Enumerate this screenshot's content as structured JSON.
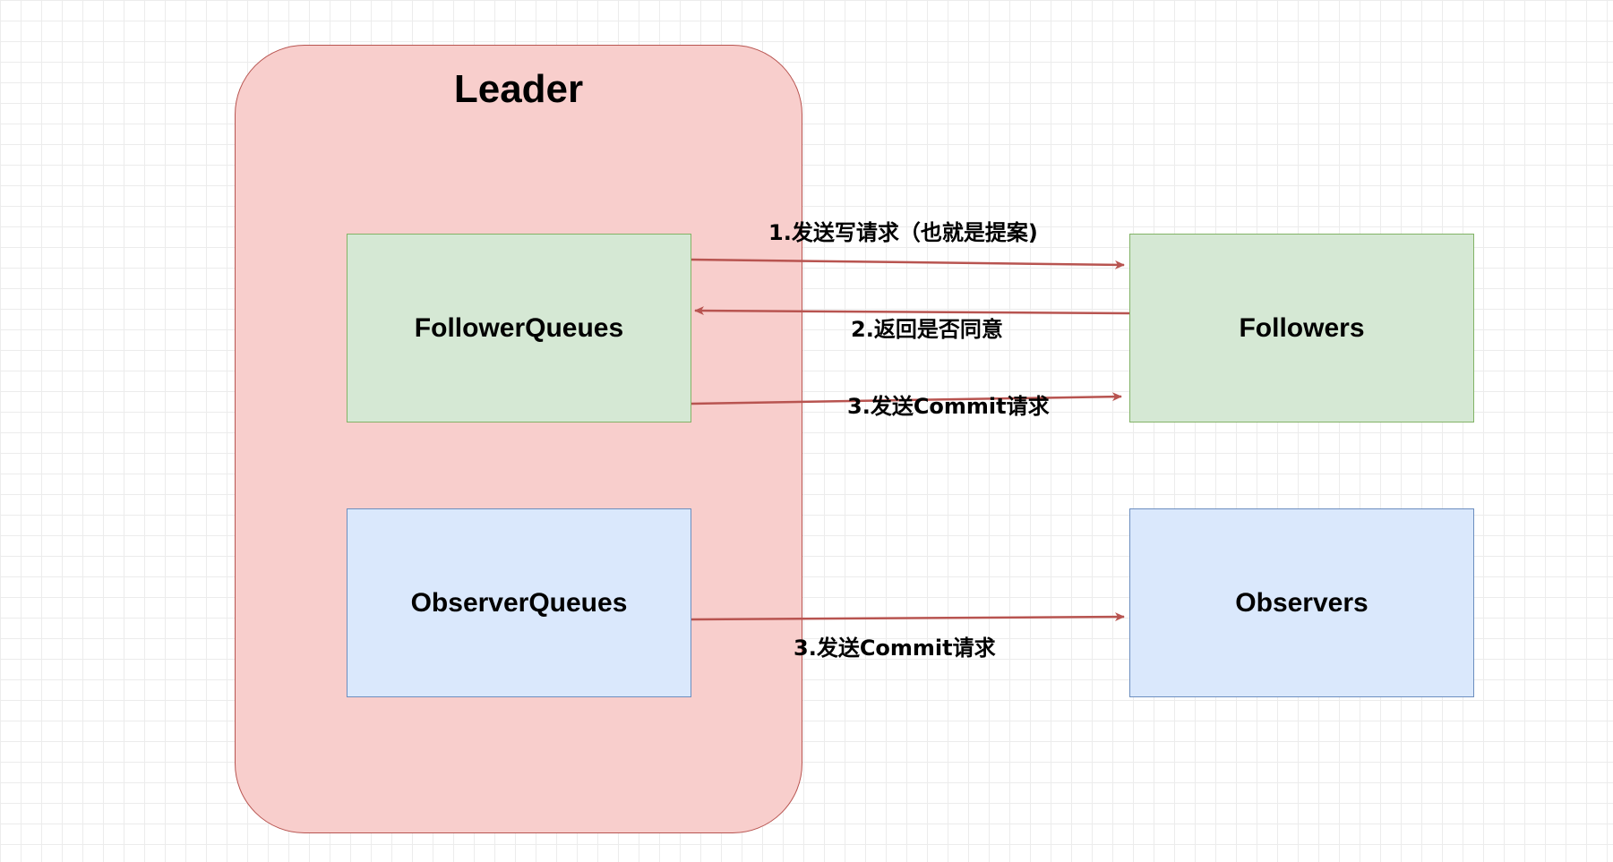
{
  "nodes": {
    "leader": "Leader",
    "follower_queues": "FollowerQueues",
    "followers": "Followers",
    "observer_queues": "ObserverQueues",
    "observers": "Observers"
  },
  "edges": [
    {
      "from": "FollowerQueues",
      "to": "Followers",
      "label": "1.发送写请求（也就是提案)"
    },
    {
      "from": "Followers",
      "to": "FollowerQueues",
      "label": "2.返回是否同意"
    },
    {
      "from": "FollowerQueues",
      "to": "Followers",
      "label": "3.发送Commit请求"
    },
    {
      "from": "ObserverQueues",
      "to": "Observers",
      "label": "3.发送Commit请求"
    }
  ],
  "colors": {
    "leader_fill": "#f8cecc",
    "leader_stroke": "#b85450",
    "green_fill": "#d5e8d4",
    "green_stroke": "#82b366",
    "blue_fill": "#dae8fc",
    "blue_stroke": "#6c8ebf",
    "arrow": "#b85450"
  }
}
